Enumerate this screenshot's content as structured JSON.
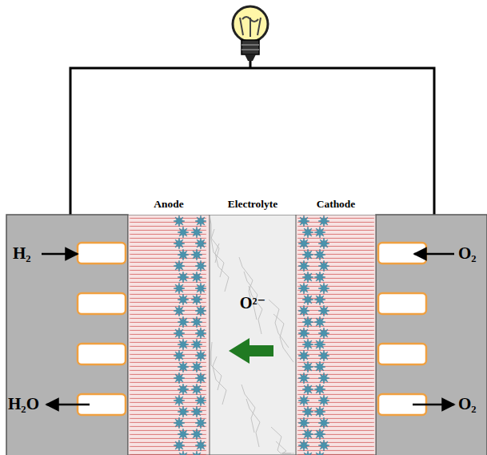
{
  "diagram": {
    "nodes": [
      {
        "text": [
          "Anode"
        ]
      },
      {
        "text": [
          "Electrolyte",
          "O²⁻"
        ]
      },
      {
        "text": [
          "Cathode"
        ]
      }
    ],
    "labels": [
      "H₂",
      "H₂O",
      "O₂",
      "O₂"
    ]
  }
}
